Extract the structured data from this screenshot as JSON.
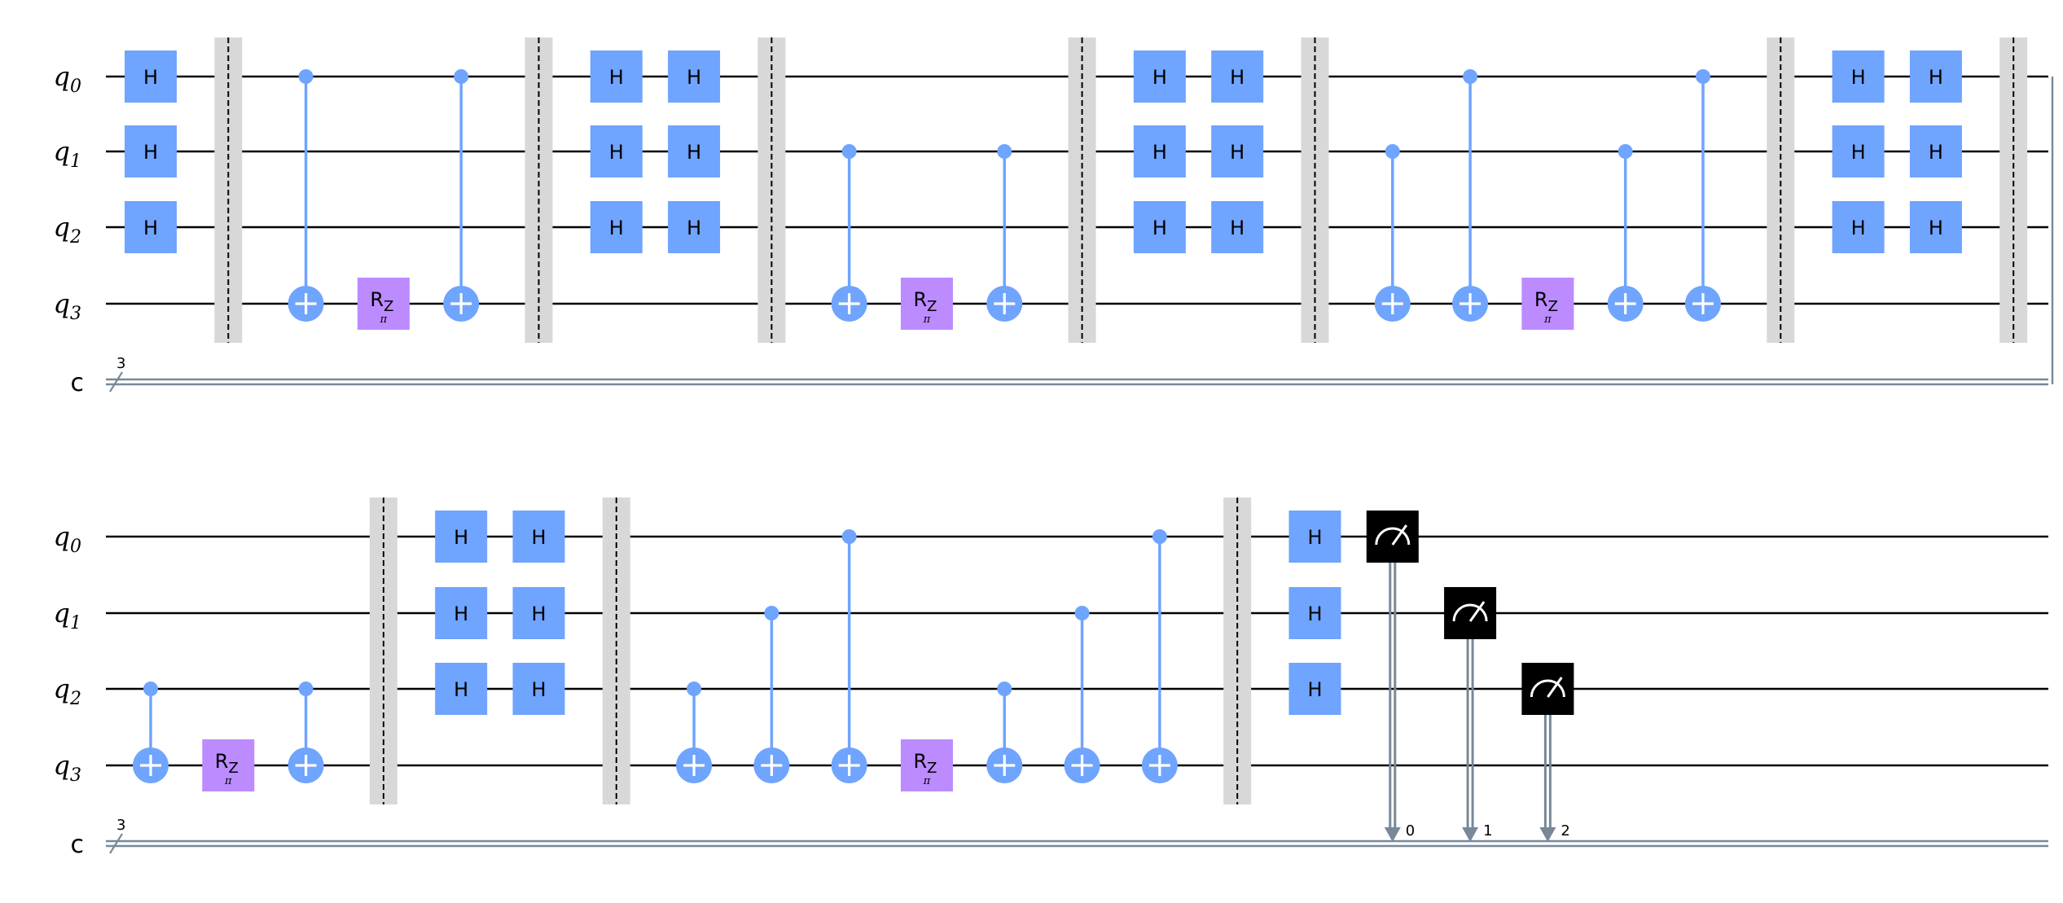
{
  "colors": {
    "hadamard": "#6fa4ff",
    "cnot": "#6fa4ff",
    "rz": "#bb8bff",
    "measure": "#000000",
    "barrier_fill": "#d8d8d8",
    "classical_wire": "#778899"
  },
  "rows": [
    {
      "qubits": [
        {
          "base": "q",
          "sub": "0"
        },
        {
          "base": "q",
          "sub": "1"
        },
        {
          "base": "q",
          "sub": "2"
        },
        {
          "base": "q",
          "sub": "3"
        }
      ],
      "creg": {
        "label": "c",
        "size": "3"
      }
    },
    {
      "qubits": [
        {
          "base": "q",
          "sub": "0"
        },
        {
          "base": "q",
          "sub": "1"
        },
        {
          "base": "q",
          "sub": "2"
        },
        {
          "base": "q",
          "sub": "3"
        }
      ],
      "creg": {
        "label": "c",
        "size": "3"
      }
    }
  ],
  "gate_text": {
    "h": "H",
    "rz": "R",
    "rz_sub": "Z",
    "rz_param": "π"
  },
  "circuit": [
    [
      {
        "col": 0.0,
        "type": "h",
        "qubits": [
          0,
          1,
          2
        ]
      },
      {
        "col": 1.0,
        "type": "barrier"
      },
      {
        "col": 2.0,
        "type": "cx",
        "control": 0,
        "target": 3
      },
      {
        "col": 3.0,
        "type": "rz",
        "qubit": 3
      },
      {
        "col": 4.0,
        "type": "cx",
        "control": 0,
        "target": 3
      },
      {
        "col": 5.0,
        "type": "barrier"
      },
      {
        "col": 6.0,
        "type": "h",
        "qubits": [
          0,
          1,
          2
        ]
      },
      {
        "col": 7.0,
        "type": "h",
        "qubits": [
          0,
          1,
          2
        ]
      },
      {
        "col": 8.0,
        "type": "barrier"
      },
      {
        "col": 9.0,
        "type": "cx",
        "control": 1,
        "target": 3
      },
      {
        "col": 10.0,
        "type": "rz",
        "qubit": 3
      },
      {
        "col": 11.0,
        "type": "cx",
        "control": 1,
        "target": 3
      },
      {
        "col": 12.0,
        "type": "barrier"
      },
      {
        "col": 13.0,
        "type": "h",
        "qubits": [
          0,
          1,
          2
        ]
      },
      {
        "col": 14.0,
        "type": "h",
        "qubits": [
          0,
          1,
          2
        ]
      },
      {
        "col": 15.0,
        "type": "barrier"
      },
      {
        "col": 16.0,
        "type": "cx",
        "control": 1,
        "target": 3
      },
      {
        "col": 17.0,
        "type": "cx",
        "control": 0,
        "target": 3
      },
      {
        "col": 18.0,
        "type": "rz",
        "qubit": 3
      },
      {
        "col": 19.0,
        "type": "cx",
        "control": 1,
        "target": 3
      },
      {
        "col": 20.0,
        "type": "cx",
        "control": 0,
        "target": 3
      },
      {
        "col": 21.0,
        "type": "barrier"
      },
      {
        "col": 22.0,
        "type": "h",
        "qubits": [
          0,
          1,
          2
        ]
      },
      {
        "col": 23.0,
        "type": "h",
        "qubits": [
          0,
          1,
          2
        ]
      },
      {
        "col": 24.0,
        "type": "barrier"
      }
    ],
    [
      {
        "col": 0.0,
        "type": "cx",
        "control": 2,
        "target": 3
      },
      {
        "col": 1.0,
        "type": "rz",
        "qubit": 3
      },
      {
        "col": 2.0,
        "type": "cx",
        "control": 2,
        "target": 3
      },
      {
        "col": 3.0,
        "type": "barrier"
      },
      {
        "col": 4.0,
        "type": "h",
        "qubits": [
          0,
          1,
          2
        ]
      },
      {
        "col": 5.0,
        "type": "h",
        "qubits": [
          0,
          1,
          2
        ]
      },
      {
        "col": 6.0,
        "type": "barrier"
      },
      {
        "col": 7.0,
        "type": "cx",
        "control": 2,
        "target": 3
      },
      {
        "col": 8.0,
        "type": "cx",
        "control": 1,
        "target": 3
      },
      {
        "col": 9.0,
        "type": "cx",
        "control": 0,
        "target": 3
      },
      {
        "col": 10.0,
        "type": "rz",
        "qubit": 3
      },
      {
        "col": 11.0,
        "type": "cx",
        "control": 2,
        "target": 3
      },
      {
        "col": 12.0,
        "type": "cx",
        "control": 1,
        "target": 3
      },
      {
        "col": 13.0,
        "type": "cx",
        "control": 0,
        "target": 3
      },
      {
        "col": 14.0,
        "type": "barrier"
      },
      {
        "col": 15.0,
        "type": "h",
        "qubits": [
          0,
          1,
          2
        ]
      },
      {
        "col": 16.0,
        "type": "measure",
        "qubit": 0,
        "cbit": "0"
      },
      {
        "col": 17.0,
        "type": "measure",
        "qubit": 1,
        "cbit": "1"
      },
      {
        "col": 18.0,
        "type": "measure",
        "qubit": 2,
        "cbit": "2"
      }
    ]
  ]
}
